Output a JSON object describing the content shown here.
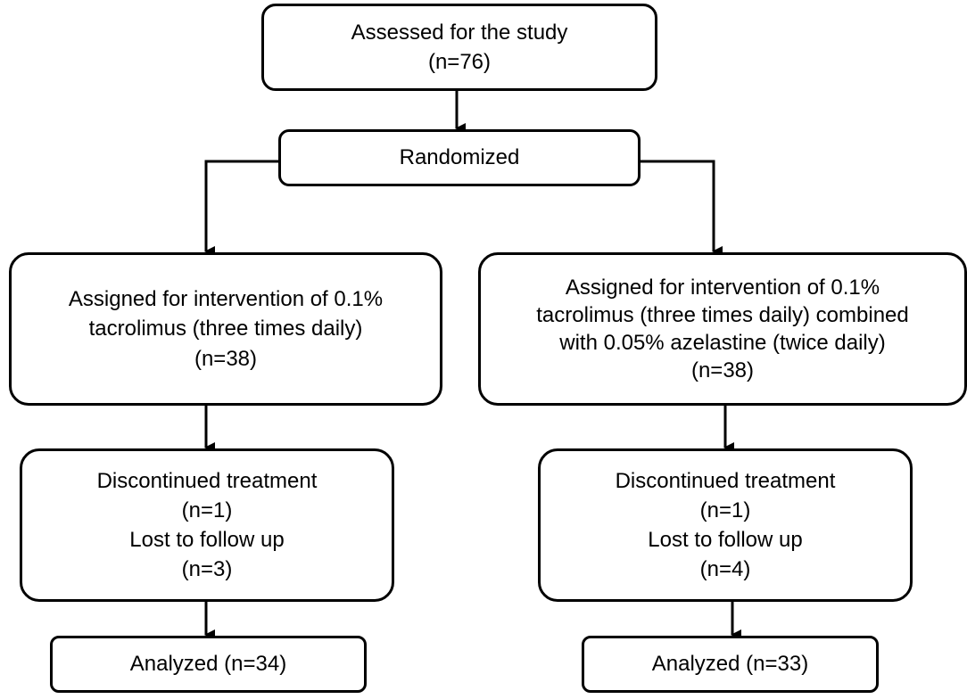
{
  "nodes": {
    "assessed": {
      "lines": [
        "Assessed for the study",
        "(n=76)"
      ]
    },
    "randomized": {
      "lines": [
        "Randomized"
      ]
    },
    "arm1": {
      "lines": [
        "Assigned for intervention of 0.1%",
        "tacrolimus (three times daily)",
        "(n=38)"
      ]
    },
    "arm2": {
      "lines": [
        "Assigned for intervention of 0.1%",
        "tacrolimus (three times daily) combined",
        "with 0.05% azelastine (twice daily)",
        "(n=38)"
      ]
    },
    "discontinued1": {
      "lines": [
        "Discontinued treatment",
        "(n=1)",
        "Lost to follow up",
        "(n=3)"
      ]
    },
    "discontinued2": {
      "lines": [
        "Discontinued treatment",
        "(n=1)",
        "Lost to follow up",
        "(n=4)"
      ]
    },
    "analyzed1": {
      "lines": [
        "Analyzed (n=34)"
      ]
    },
    "analyzed2": {
      "lines": [
        "Analyzed (n=33)"
      ]
    }
  },
  "edges": [
    {
      "from": "assessed",
      "to": "randomized"
    },
    {
      "from": "randomized",
      "to": "arm1"
    },
    {
      "from": "randomized",
      "to": "arm2"
    },
    {
      "from": "arm1",
      "to": "discontinued1"
    },
    {
      "from": "arm2",
      "to": "discontinued2"
    },
    {
      "from": "discontinued1",
      "to": "analyzed1"
    },
    {
      "from": "discontinued2",
      "to": "analyzed2"
    }
  ],
  "colors": {
    "stroke": "#000000",
    "fill": "#ffffff",
    "text": "#000000"
  }
}
